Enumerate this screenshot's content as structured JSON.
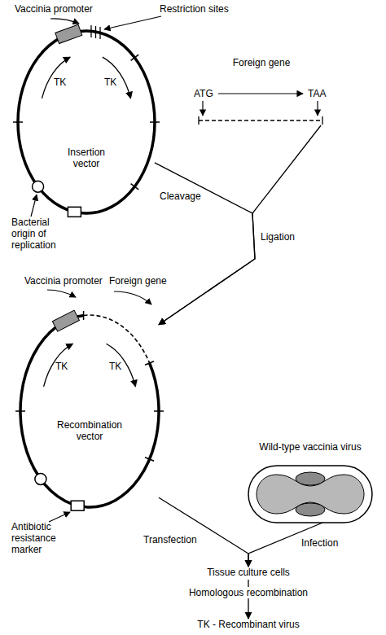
{
  "diagram": {
    "nodes": [
      {
        "text": [
          "TK",
          "TK",
          "Insertion vector"
        ]
      },
      {
        "text": [
          "Foreign gene",
          "ATG",
          "TAA"
        ]
      },
      {
        "text": [
          "TK",
          "TK",
          "Recombination vector"
        ]
      },
      {
        "text": [
          "Wild-type vaccinia virus"
        ]
      },
      {
        "text": [
          "Tissue culture cells"
        ]
      },
      {
        "text": [
          "TK - Recombinant virus"
        ]
      }
    ],
    "edges": [
      {
        "from": 0,
        "to": 2,
        "arrow": "to",
        "label": "Cleavage"
      },
      {
        "from": 1,
        "to": 2,
        "arrow": "to",
        "label": "Ligation"
      },
      {
        "from": 2,
        "to": 4,
        "arrow": "to",
        "label": "Transfection"
      },
      {
        "from": 3,
        "to": 4,
        "arrow": "to",
        "label": "Infection"
      },
      {
        "from": 4,
        "to": 5,
        "arrow": "to",
        "label": "Homologous recombination"
      }
    ],
    "labels": [
      "Vaccinia promoter",
      "Restriction sites",
      "Bacterial origin of replication",
      "Vaccinia promoter",
      "Foreign gene",
      "Antibiotic resistance marker"
    ]
  }
}
